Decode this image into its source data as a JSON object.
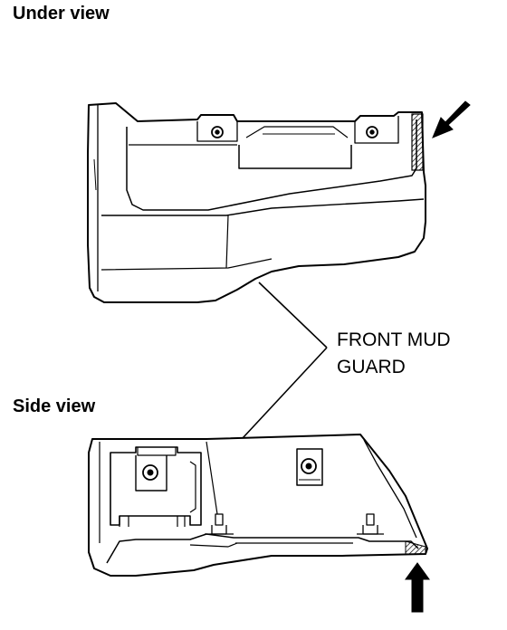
{
  "titles": {
    "under_view": "Under view",
    "side_view": "Side view"
  },
  "callout": {
    "line1": "FRONT MUD",
    "line2": "GUARD"
  }
}
